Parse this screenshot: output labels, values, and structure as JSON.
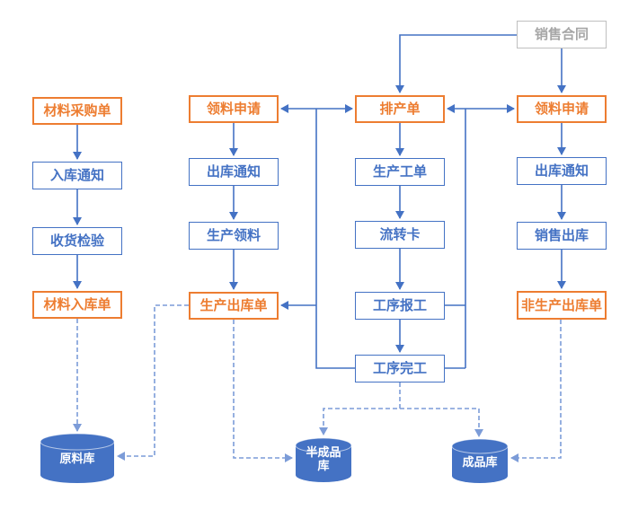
{
  "diagram": {
    "colors": {
      "box_blue": "#4472C4",
      "box_orange": "#ED7D31",
      "box_gray_border": "#BFBFBF",
      "box_gray_text": "#A6A6A6",
      "solid_connector": "#4472C4",
      "dashed_connector": "#7C9CD8",
      "cylinder_fill": "#4472C4",
      "cylinder_text": "#FFFFFF"
    },
    "nodes": {
      "sales_contract": "销售合同",
      "material_purchase_order": "材料采购单",
      "warehouse_in_notice": "入库通知",
      "receiving_inspection": "收货检验",
      "material_warehouse_in_order": "材料入库单",
      "picking_request_left": "领料申请",
      "warehouse_out_notice_left": "出库通知",
      "production_picking": "生产领料",
      "production_warehouse_out_order": "生产出库单",
      "production_schedule_order": "排产单",
      "production_work_order": "生产工单",
      "flow_card": "流转卡",
      "process_report": "工序报工",
      "process_complete": "工序完工",
      "picking_request_right": "领料申请",
      "warehouse_out_notice_right": "出库通知",
      "sales_warehouse_out": "销售出库",
      "non_production_warehouse_out_order": "非生产出库单",
      "raw_material_warehouse": "原料库",
      "semi_finished_warehouse": "半成品\n库",
      "finished_goods_warehouse": "成品库"
    }
  }
}
